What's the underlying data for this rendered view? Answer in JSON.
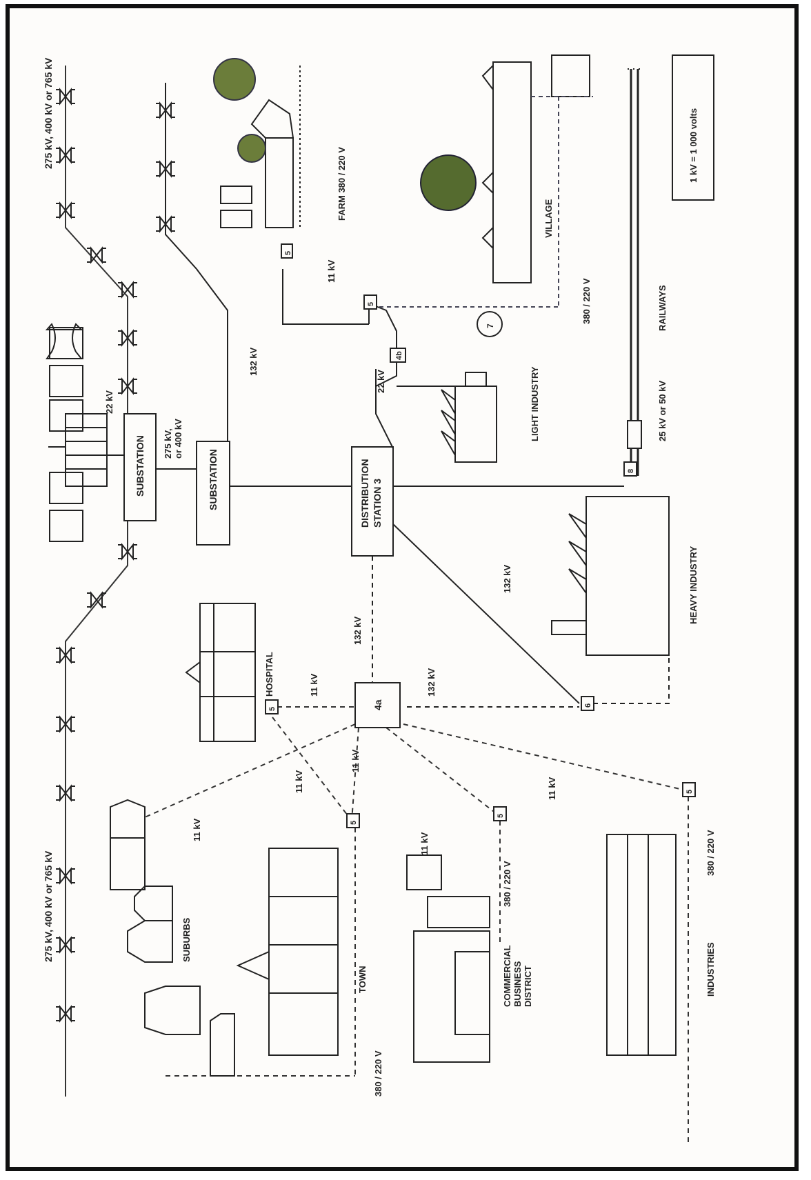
{
  "labels": {
    "transmission_top": "275 kV, 400 kV or 765 kV",
    "transmission_bottom": "275 kV, 400 kV or 765 kV",
    "substation_1": "SUBSTATION",
    "substation_2": "SUBSTATION",
    "distribution_station": "DISTRIBUTION\nSTATION   3",
    "kv_22_top": "22 kV",
    "kv_275_400": "275 kV,\nor 400 kV",
    "kv_132_upper": "132 kV",
    "kv_22_dist": "22 kV",
    "kv_11_farm": "11 kV",
    "farm": "FARM  380 / 220 V",
    "light_industry": "LIGHT INDUSTRY",
    "village": "VILLAGE",
    "v380_village": "380 / 220 V",
    "railways": "RAILWAYS",
    "kv_25_50": "25 kV or 50 kV",
    "legend": "1 kV = 1 000 volts",
    "heavy_industry": "HEAVY INDUSTRY",
    "kv_132_heavy": "132 kV",
    "kv_132_mid": "132 kV",
    "kv_132_right": "132 kV",
    "hospital": "HOSPITAL",
    "kv_11_hospital": "11 kV",
    "kv_11_a": "11 kV",
    "kv_11_b": "11 kV",
    "kv_11_c": "11 kV",
    "kv_11_d": "11 kV",
    "kv_11_e": "11 kV",
    "suburbs": "SUBURBS",
    "town": "TOWN",
    "v380_town": "380 / 220 V",
    "commercial": "COMMERCIAL\nBUSINESS\nDISTRICT",
    "v380_commercial": "380 / 220 V",
    "industries": "INDUSTRIES",
    "v380_industries": "380 / 220 V"
  },
  "nodes": {
    "n4a": "4a",
    "n4b": "4b",
    "n5_farm": "5",
    "n5_village": "5",
    "n5_hospital": "5",
    "n5_town": "5",
    "n5_commercial": "5",
    "n5_industries": "5",
    "n6": "6",
    "n7": "7",
    "n8": "8"
  }
}
